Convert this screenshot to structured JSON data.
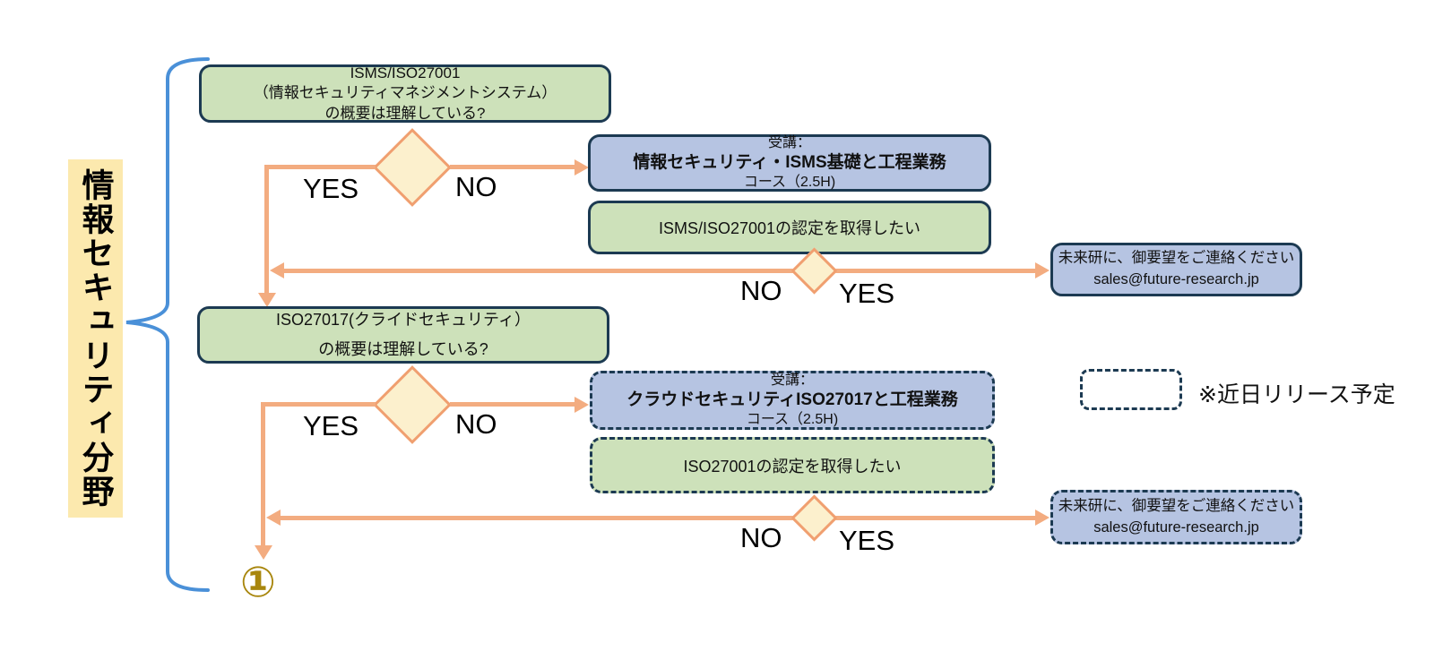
{
  "category_label": "情報セキュリティ分野",
  "flow1": {
    "question": {
      "line1": "ISMS/ISO27001",
      "line2": "（情報セキュリティマネジメントシステム）",
      "line3": "の概要は理解している?"
    },
    "yes_label": "YES",
    "no_label": "NO",
    "course": {
      "line1": "受講：",
      "line2": "情報セキュリティ・ISMS基礎と工程業務",
      "line3": "コース（2.5H)"
    },
    "cert_question": "ISMS/ISO27001の認定を取得したい",
    "cert_no_label": "NO",
    "cert_yes_label": "YES",
    "contact": {
      "line1": "未来研に、御要望をご連絡ください",
      "line2": "sales@future-research.jp"
    }
  },
  "flow2": {
    "question": {
      "line1": "ISO27017(クライドセキュリティ）",
      "line2": "の概要は理解している?"
    },
    "yes_label": "YES",
    "no_label": "NO",
    "course": {
      "line1": "受講：",
      "line2": "クラウドセキュリティISO27017と工程業務",
      "line3": "コース（2.5H)"
    },
    "cert_question": "ISO27001の認定を取得したい",
    "cert_no_label": "NO",
    "cert_yes_label": "YES",
    "contact": {
      "line1": "未来研に、御要望をご連絡ください",
      "line2": "sales@future-research.jp"
    }
  },
  "legend": {
    "note": "※近日リリース予定"
  },
  "connector_label": "①",
  "colors": {
    "box_green": "#cde1ba",
    "box_blue": "#b6c4e2",
    "border_navy": "#1c3a52",
    "diamond_fill": "#fcf0cd",
    "diamond_border": "#f09f70",
    "arrow": "#f3ac80",
    "category_bg": "#fce9ae",
    "brace_blue": "#4a90d8",
    "connector_gold": "#a8860d"
  }
}
